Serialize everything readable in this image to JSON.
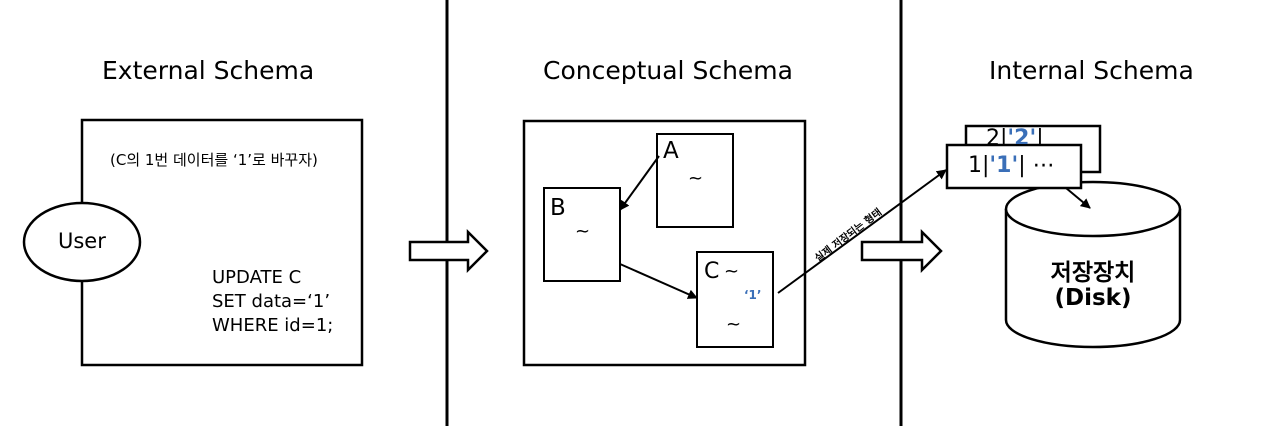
{
  "sections": {
    "external": {
      "title": "External Schema"
    },
    "conceptual": {
      "title": "Conceptual Schema"
    },
    "internal": {
      "title": "Internal Schema"
    }
  },
  "external_box": {
    "note": "(C의 1번 데이터를 ‘1’로 바꾸자)",
    "user_label": "User",
    "sql_lines": [
      "UPDATE C",
      "SET data=‘1’",
      "WHERE id=1;"
    ]
  },
  "conceptual_box": {
    "entity_a": {
      "label": "A",
      "tilde": "~"
    },
    "entity_b": {
      "label": "B",
      "tilde": "~"
    },
    "entity_c": {
      "label": "C",
      "tilde_inline": "~",
      "value": "‘1’",
      "tilde_bottom": "~"
    }
  },
  "connector_label": "실제 저장되는 형태",
  "internal": {
    "back_record": {
      "prefix": "2|",
      "value": "'2'",
      "suffix": "|"
    },
    "front_record": {
      "prefix": "1|",
      "value": "'1'",
      "suffix": "| ⋯"
    },
    "storage_label": "저장장치",
    "storage_sub": "(Disk)"
  },
  "colors": {
    "accent": "#3a6fb8",
    "line": "#000000"
  }
}
